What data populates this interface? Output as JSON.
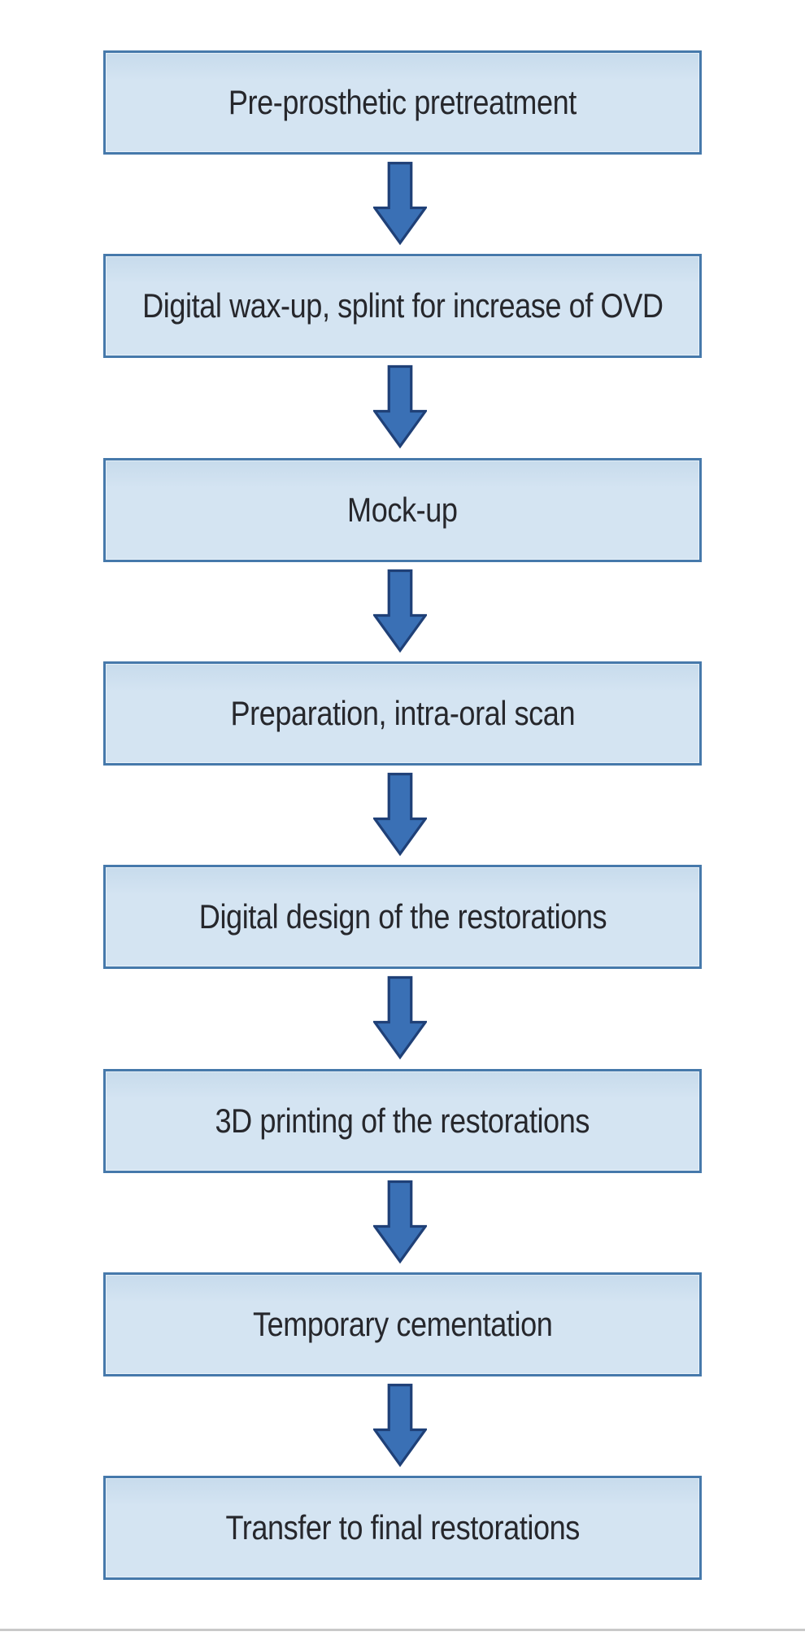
{
  "figure": {
    "type": "flowchart",
    "direction": "top-to-bottom",
    "steps": [
      {
        "label": "Pre-prosthetic pretreatment"
      },
      {
        "label": "Digital wax-up, splint for increase of OVD"
      },
      {
        "label": "Mock-up"
      },
      {
        "label": "Preparation, intra-oral scan"
      },
      {
        "label": "Digital design of the restorations"
      },
      {
        "label": "3D printing of the restorations"
      },
      {
        "label": "Temporary cementation"
      },
      {
        "label": "Transfer to final restorations"
      }
    ],
    "connector": "down-block-arrow",
    "colors": {
      "box_fill": "#d4e4f2",
      "box_fill_top": "#c7dbec",
      "box_border": "#4679ab",
      "arrow_fill": "#3a70b5",
      "arrow_border": "#1f4077",
      "text_color": "#26272c",
      "bottom_rule": "#c9c9c9",
      "background": "#ffffff"
    }
  }
}
